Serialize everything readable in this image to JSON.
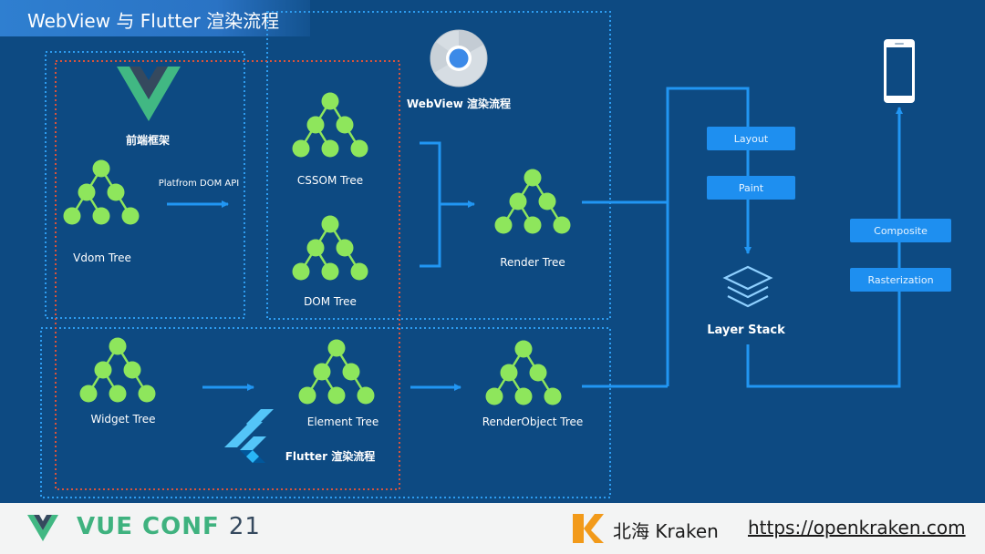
{
  "slide": {
    "title": "WebView 与 Flutter 渲染流程"
  },
  "labels": {
    "frontend_framework": "前端框架",
    "platform_api": "Platfrom DOM API",
    "vdom_tree": "Vdom Tree",
    "cssom_tree": "CSSOM Tree",
    "dom_tree": "DOM Tree",
    "webview_flow": "WebView 渲染流程",
    "render_tree": "Render Tree",
    "widget_tree": "Widget Tree",
    "element_tree": "Element Tree",
    "flutter_flow": "Flutter 渲染流程",
    "renderobject_tree": "RenderObject Tree",
    "layer_stack": "Layer Stack"
  },
  "pipeline": {
    "layout": "Layout",
    "paint": "Paint",
    "composite": "Composite",
    "rasterization": "Rasterization"
  },
  "footer": {
    "vueconf_main": "VUE CONF ",
    "vueconf_num": "21",
    "kraken_logo_letter": "K",
    "kraken_text": "北海 Kraken",
    "url": "https://openkraken.com"
  },
  "colors": {
    "background": "#0d4a82",
    "dotted_border": "#2d9cf0",
    "red_border": "#d9533b",
    "tree_node": "#8ee65c",
    "arrow": "#2196f3",
    "pill": "#1e8ff0",
    "vue_green": "#41b883",
    "vue_dark": "#35495e",
    "kraken_orange": "#f29a1a"
  },
  "icons": [
    "vue-logo-icon",
    "chrome-icon",
    "flutter-logo-icon",
    "layers-icon",
    "phone-icon"
  ]
}
